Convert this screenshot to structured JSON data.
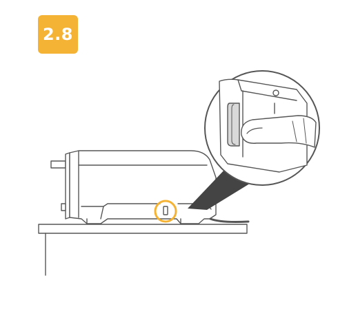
{
  "step": {
    "label": "2.8",
    "color": "#f5b335"
  },
  "colors": {
    "outline": "#555555",
    "highlight_ring": "#f5b335",
    "callout_beam": "#444444"
  },
  "illustration": {
    "subject": "appliance-on-counter",
    "callout": "finger-pressing-side-button"
  }
}
